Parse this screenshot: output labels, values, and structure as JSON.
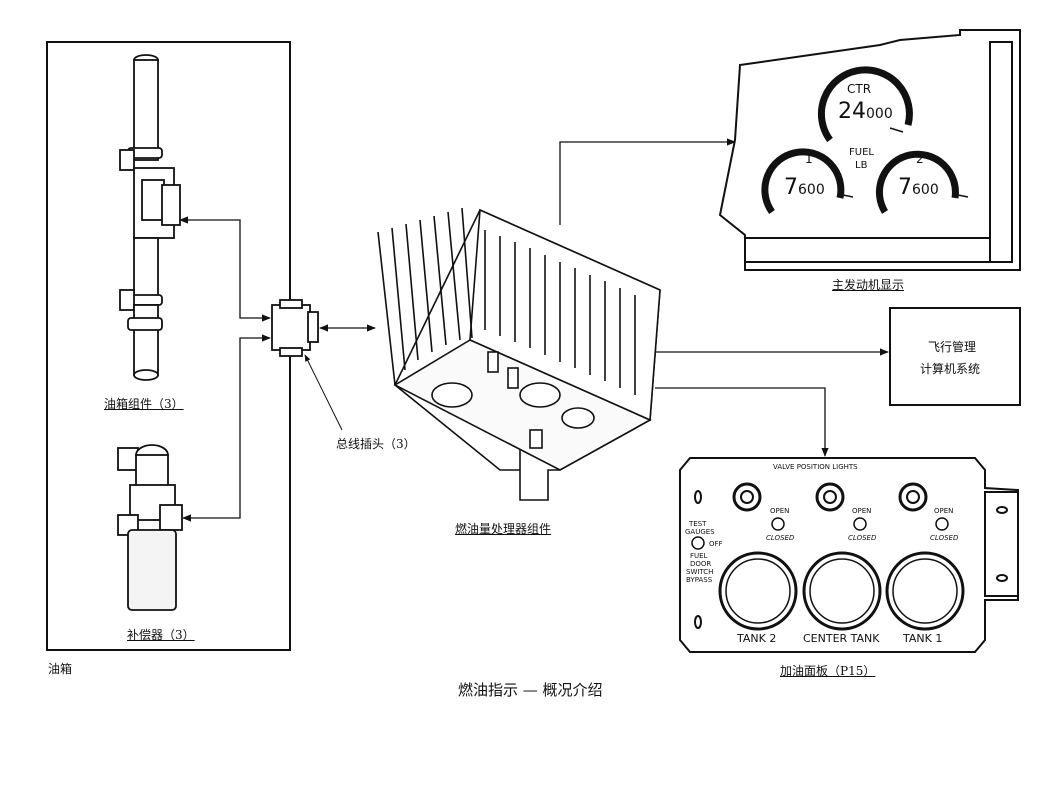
{
  "tank_box": {
    "label": "油箱",
    "tank_unit_label": "油箱组件（3）",
    "compensator_label": "补偿器（3）"
  },
  "bus_connector_label": "总线插头（3）",
  "processor_label": "燃油量处理器组件",
  "engine_display": {
    "label": "主发动机显示",
    "ctr_caption": "CTR",
    "ctr_value_main": "24",
    "ctr_value_small": "000",
    "fuel_caption_1": "FUEL",
    "fuel_caption_2": "LB",
    "left_caption": "1",
    "left_value_main": "7",
    "left_value_small": "600",
    "right_caption": "2",
    "right_value_main": "7",
    "right_value_small": "600"
  },
  "fmc": {
    "line1": "飞行管理",
    "line2": "计算机系统"
  },
  "fuel_panel": {
    "label": "加油面板（P15）",
    "valve_lights_title": "VALVE POSITION LIGHTS",
    "open": "OPEN",
    "closed": "CLOSED",
    "test_gauges_1": "TEST",
    "test_gauges_2": "GAUGES",
    "off": "OFF",
    "fuel_door_1": "FUEL",
    "fuel_door_2": "DOOR",
    "fuel_door_3": "SWITCH",
    "fuel_door_4": "BYPASS",
    "tank2": "TANK 2",
    "center_tank": "CENTER TANK",
    "tank1": "TANK 1"
  },
  "figure_title": "燃油指示 — 概况介绍"
}
